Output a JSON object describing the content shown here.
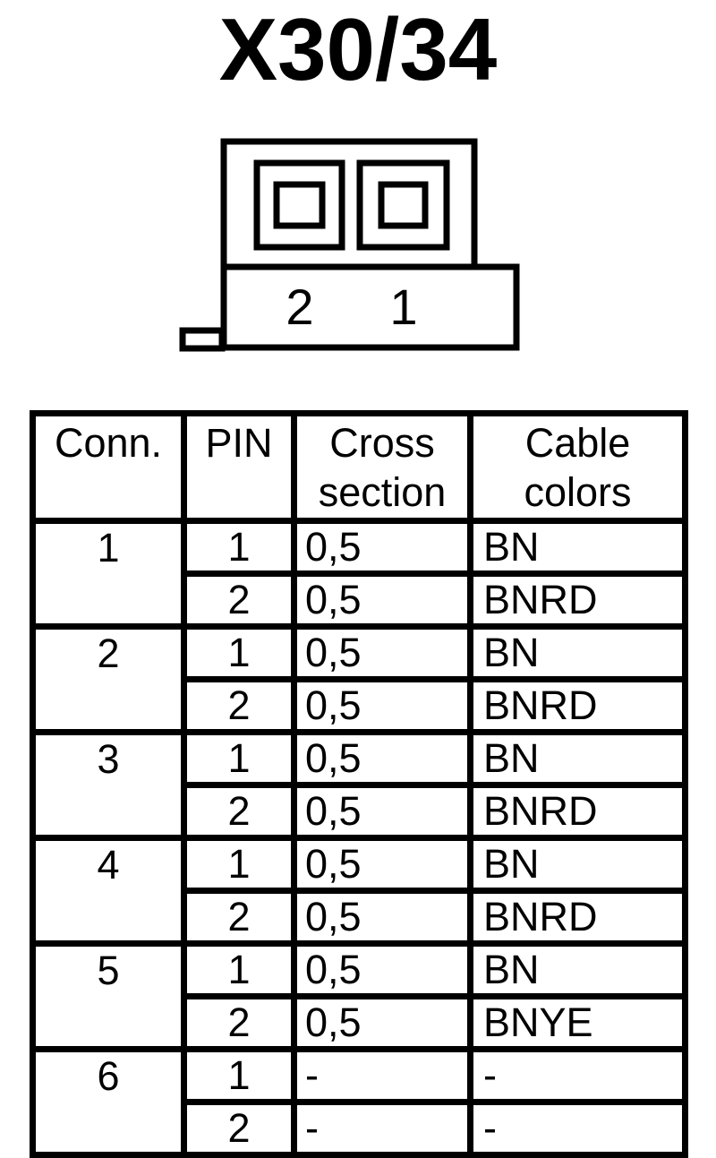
{
  "title": "X30/34",
  "diagram": {
    "pin_labels": [
      "2",
      "1"
    ]
  },
  "table": {
    "headers": {
      "conn": "Conn.",
      "pin": "PIN",
      "cross": "Cross section",
      "cable": "Cable colors"
    },
    "groups": [
      {
        "conn": "1",
        "pins": [
          {
            "pin": "1",
            "cross": "0,5",
            "cable": "BN"
          },
          {
            "pin": "2",
            "cross": "0,5",
            "cable": "BNRD"
          }
        ]
      },
      {
        "conn": "2",
        "pins": [
          {
            "pin": "1",
            "cross": "0,5",
            "cable": "BN"
          },
          {
            "pin": "2",
            "cross": "0,5",
            "cable": "BNRD"
          }
        ]
      },
      {
        "conn": "3",
        "pins": [
          {
            "pin": "1",
            "cross": "0,5",
            "cable": "BN"
          },
          {
            "pin": "2",
            "cross": "0,5",
            "cable": "BNRD"
          }
        ]
      },
      {
        "conn": "4",
        "pins": [
          {
            "pin": "1",
            "cross": "0,5",
            "cable": "BN"
          },
          {
            "pin": "2",
            "cross": "0,5",
            "cable": "BNRD"
          }
        ]
      },
      {
        "conn": "5",
        "pins": [
          {
            "pin": "1",
            "cross": "0,5",
            "cable": "BN"
          },
          {
            "pin": "2",
            "cross": "0,5",
            "cable": "BNYE"
          }
        ]
      },
      {
        "conn": "6",
        "pins": [
          {
            "pin": "1",
            "cross": "-",
            "cable": "-"
          },
          {
            "pin": "2",
            "cross": "-",
            "cable": "-"
          }
        ]
      }
    ]
  },
  "colors": {
    "ink": "#000000",
    "background": "#ffffff"
  }
}
